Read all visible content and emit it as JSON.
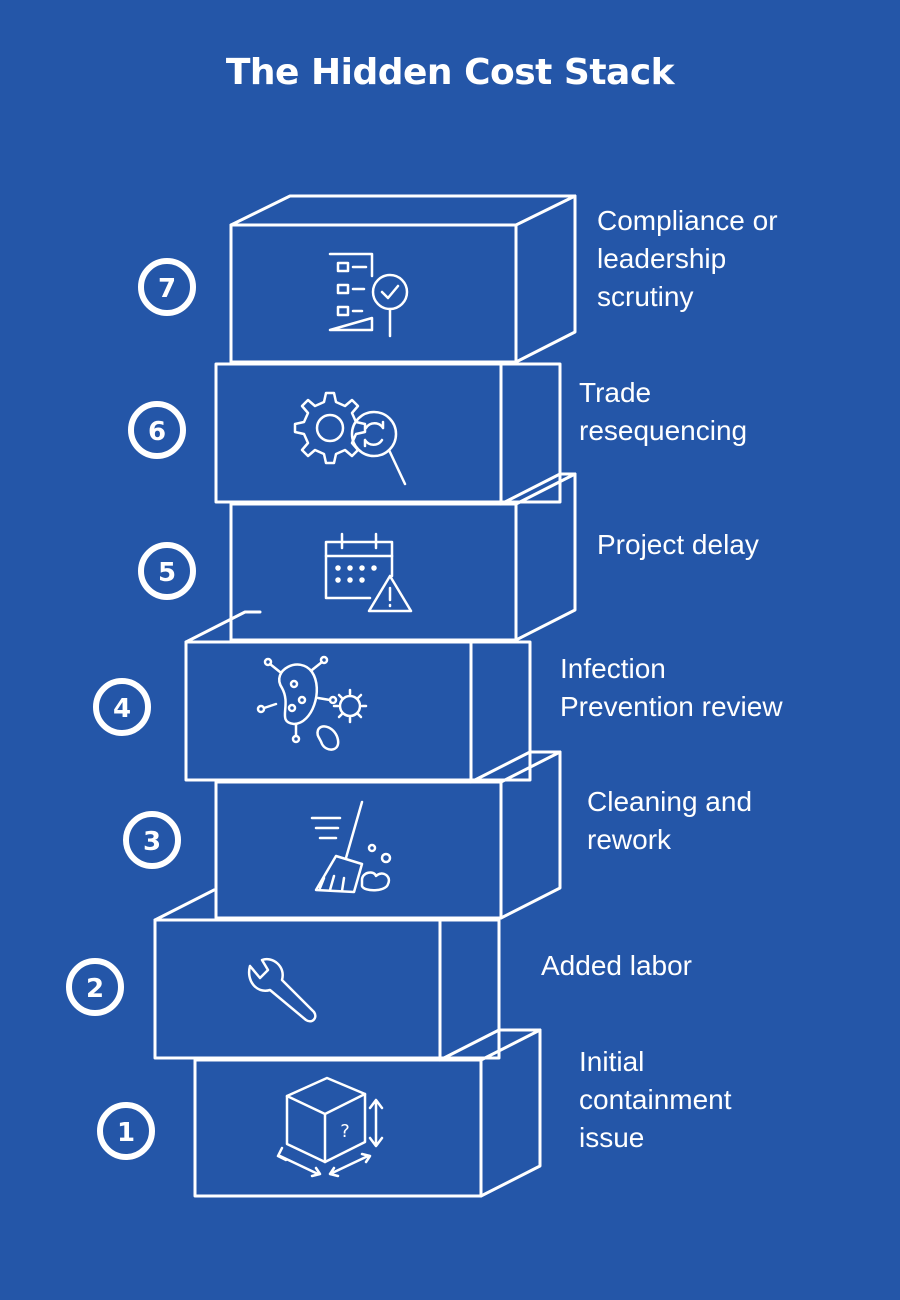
{
  "title": "The Hidden Cost Stack",
  "colors": {
    "background": "#2456a8",
    "line": "#ffffff"
  },
  "steps": [
    {
      "number": "1",
      "lines": [
        "Initial",
        "containment",
        "issue"
      ],
      "icon": "box-question-icon"
    },
    {
      "number": "2",
      "lines": [
        "Added labor"
      ],
      "icon": "wrench-icon"
    },
    {
      "number": "3",
      "lines": [
        "Cleaning and",
        "rework"
      ],
      "icon": "broom-icon"
    },
    {
      "number": "4",
      "lines": [
        "Infection",
        "Prevention review"
      ],
      "icon": "bacteria-icon"
    },
    {
      "number": "5",
      "lines": [
        "Project delay"
      ],
      "icon": "calendar-warning-icon"
    },
    {
      "number": "6",
      "lines": [
        "Trade",
        "resequencing"
      ],
      "icon": "gear-magnifier-icon"
    },
    {
      "number": "7",
      "lines": [
        "Compliance or",
        "leadership",
        "scrutiny"
      ],
      "icon": "checklist-magnifier-icon"
    }
  ]
}
